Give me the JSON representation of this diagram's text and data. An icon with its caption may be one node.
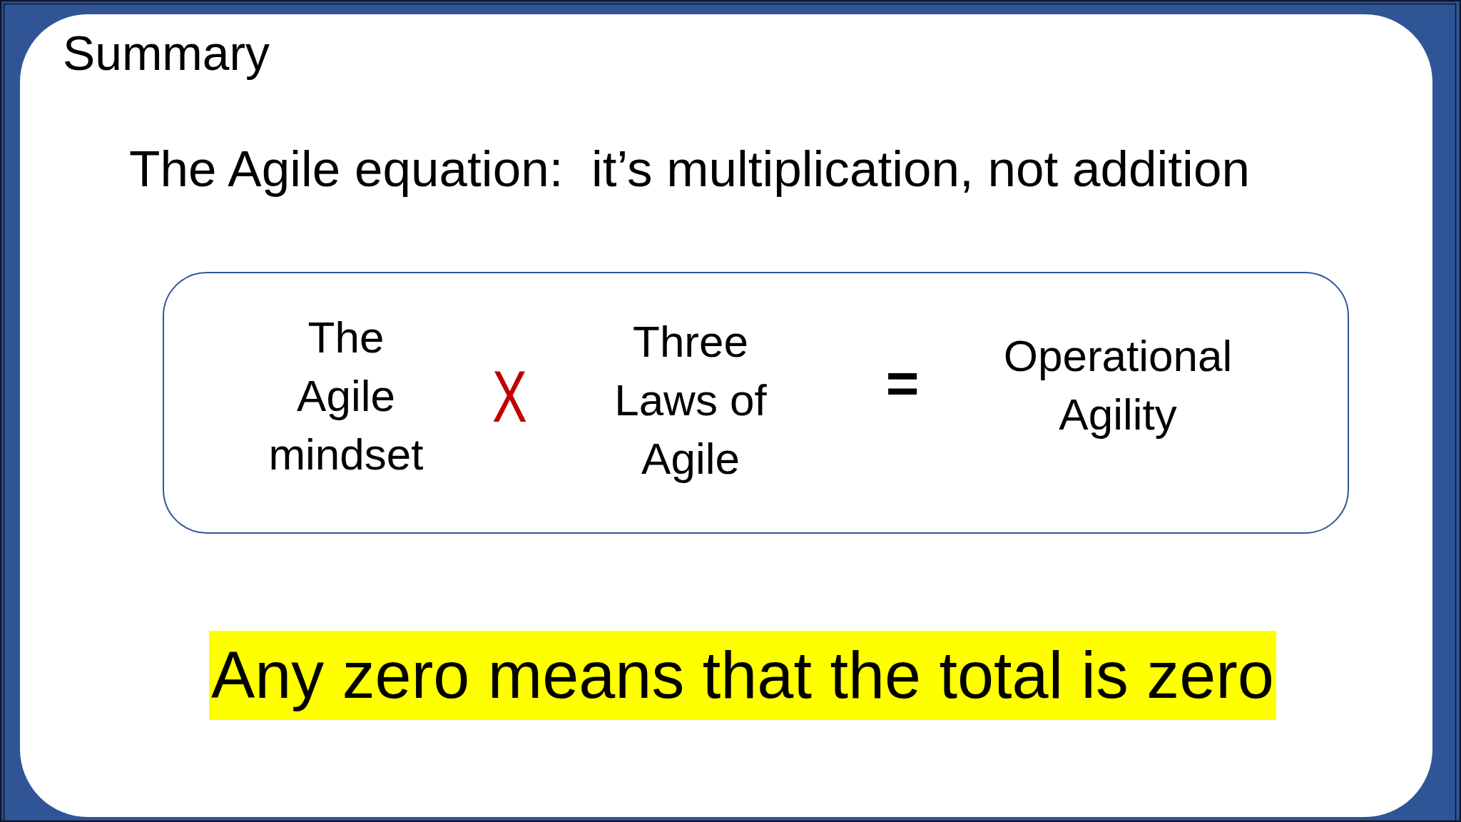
{
  "diagram": {
    "title": "Summary",
    "nodes": [
      {
        "text": [
          "The Agile mindset",
          "X",
          "Three Laws of Agile",
          "=",
          "Operational Agility"
        ]
      },
      {
        "text": [
          "Any zero means that the total is zero"
        ]
      }
    ],
    "labels": [
      "The Agile equation:  it’s multiplication, not addition"
    ]
  }
}
